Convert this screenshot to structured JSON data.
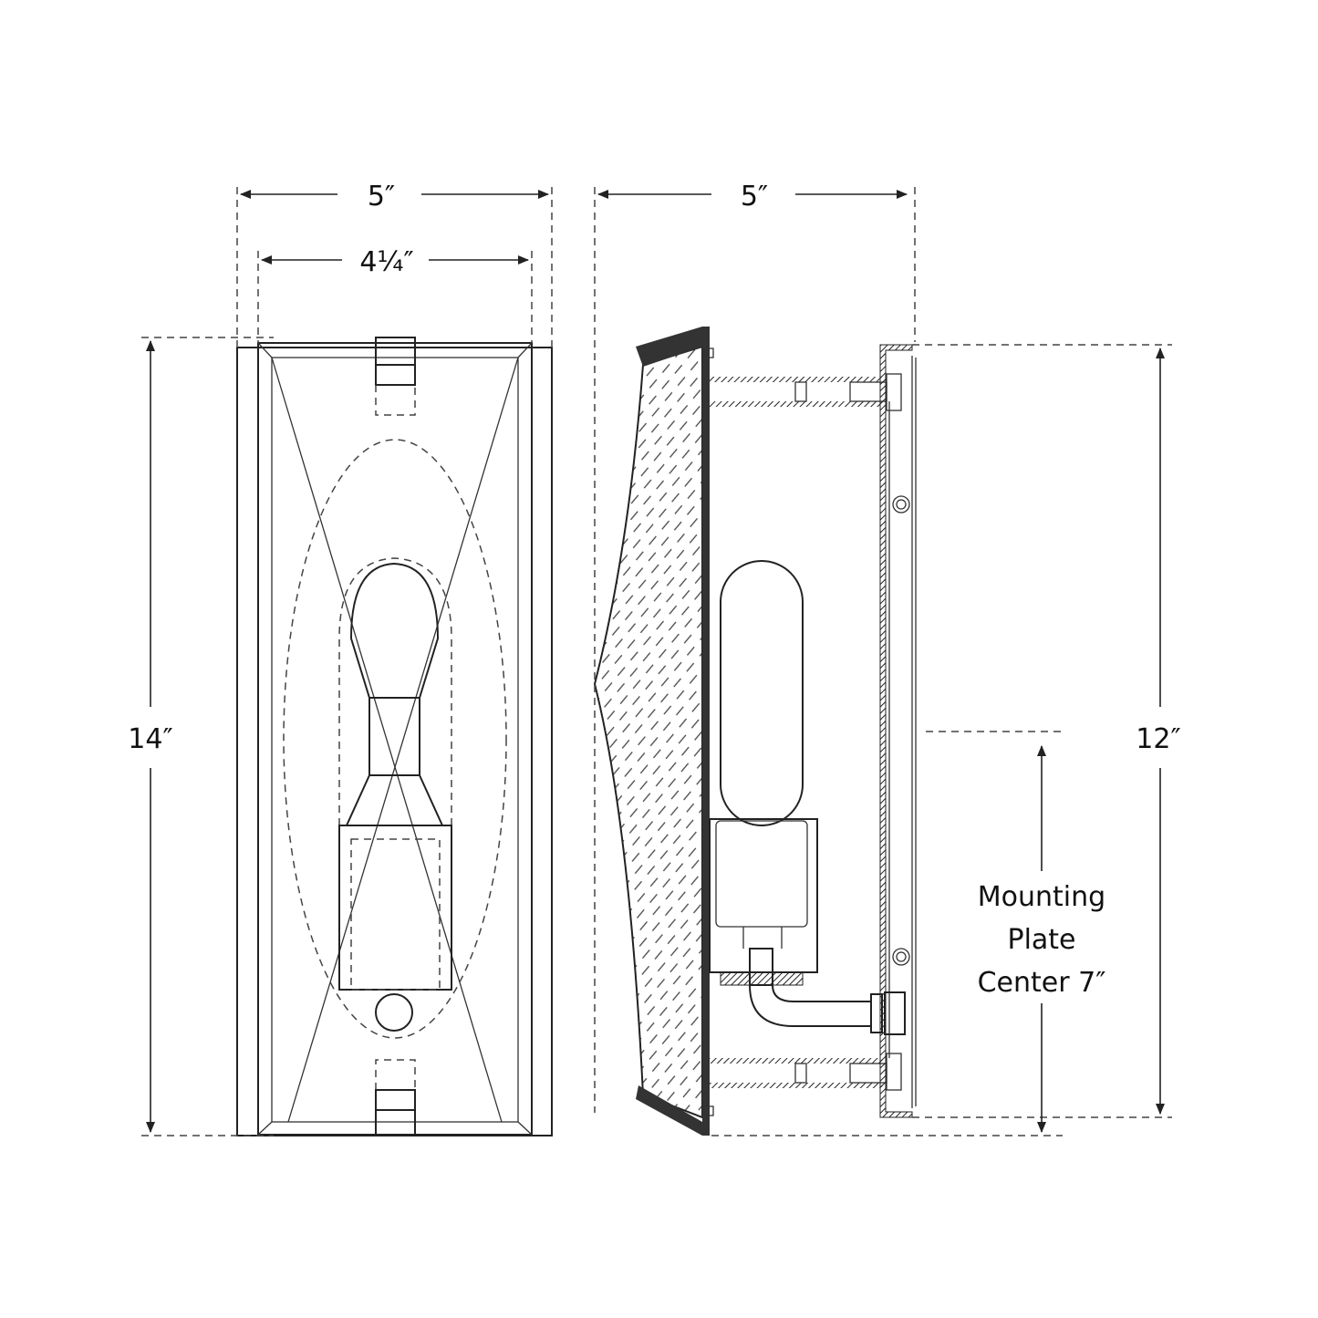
{
  "front_view": {
    "width_label": "5″",
    "inner_width_label": "4¼″",
    "height_label": "14″"
  },
  "side_view": {
    "depth_label": "5″",
    "backplate_height_label": "12″",
    "mounting_label_lines": [
      "Mounting",
      "Plate",
      "Center 7″"
    ]
  }
}
